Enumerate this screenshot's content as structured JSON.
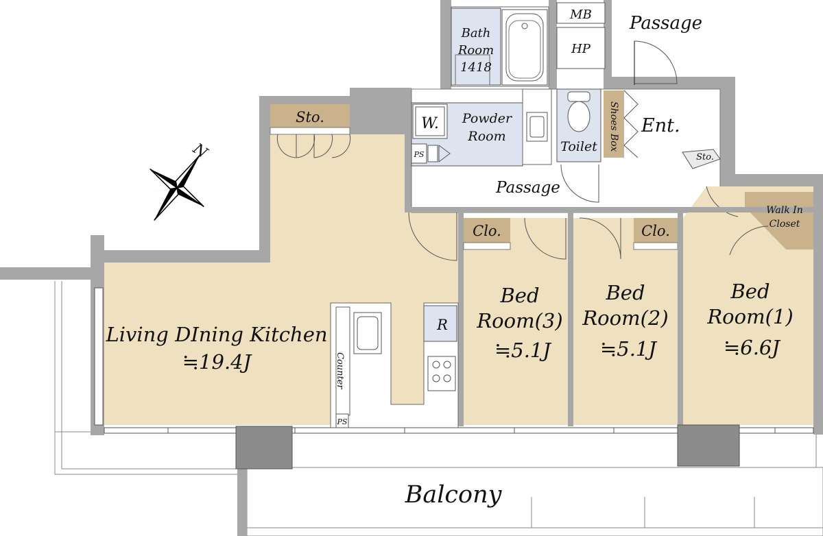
{
  "labels": {
    "passage_top": "Passage",
    "mb": "MB",
    "hp": "HP",
    "bath_1": "Bath",
    "bath_2": "Room",
    "bath_3": "1418",
    "sto_top": "Sto.",
    "w": "W.",
    "powder_1": "Powder",
    "powder_2": "Room",
    "ps1": "PS",
    "toilet": "Toilet",
    "shoes_box": "Shoes Box",
    "ent": "Ent.",
    "sto_small": "Sto.",
    "passage_mid": "Passage",
    "walkin_1": "Walk In",
    "walkin_2": "Closet",
    "clo1": "Clo.",
    "clo2": "Clo.",
    "bed3_1": "Bed",
    "bed3_2": "Room(3)",
    "bed3_3": "≒5.1J",
    "bed2_1": "Bed",
    "bed2_2": "Room(2)",
    "bed2_3": "≒5.1J",
    "bed1_1": "Bed",
    "bed1_2": "Room(1)",
    "bed1_3": "≒6.6J",
    "ldk_1": "Living DIning Kitchen",
    "ldk_2": "≒19.4J",
    "counter": "Counter",
    "ps2": "PS",
    "r": "R",
    "balcony": "Balcony",
    "north": "N"
  },
  "icons": {
    "compass": "compass-rose-icon",
    "bathtub": "bathtub-icon",
    "toilet": "toilet-icon",
    "sink": "sink-icon",
    "stove": "stove-icon",
    "washer": "washer-icon"
  },
  "colors": {
    "floor": "#efe0bf",
    "wall": "#a7a7a7",
    "storage": "#c9b28c",
    "wet_area": "#dde4ef"
  }
}
